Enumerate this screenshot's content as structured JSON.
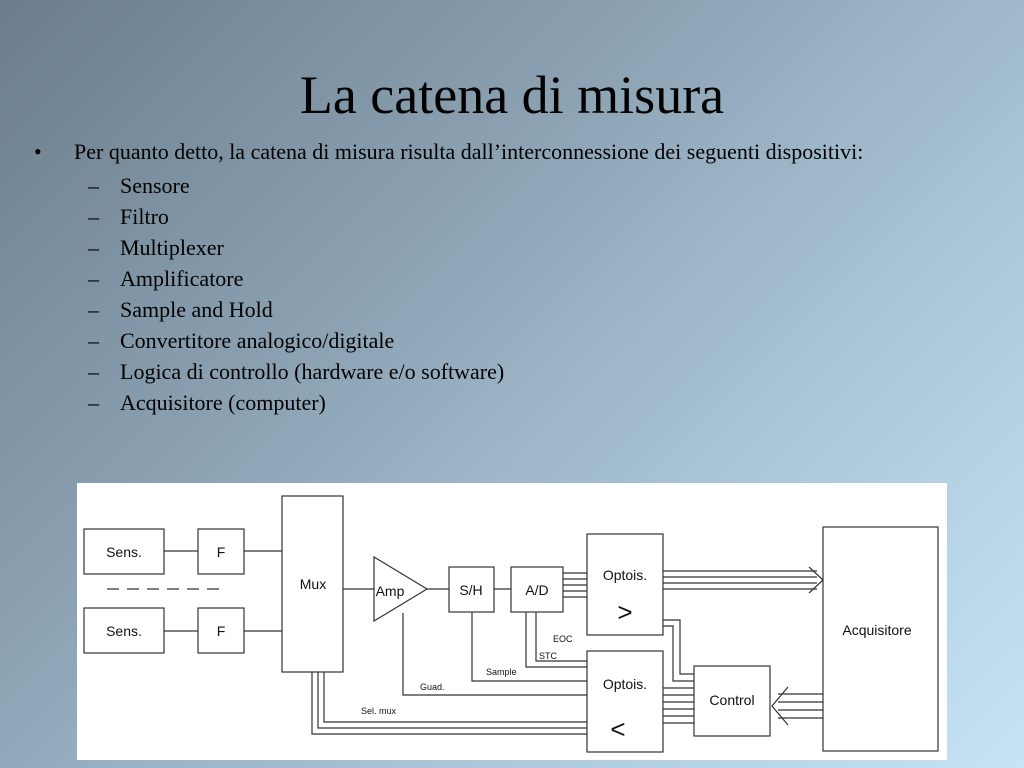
{
  "slide": {
    "title": "La catena di misura",
    "bullet_marker": "•",
    "dash_marker": "–",
    "intro": "Per quanto detto, la catena di misura risulta dall’interconnessione dei seguenti dispositivi:",
    "items": [
      "Sensore",
      "Filtro",
      "Multiplexer",
      "Amplificatore",
      "Sample and Hold",
      "Convertitore analogico/digitale",
      "Logica di controllo (hardware e/o software)",
      "Acquisitore (computer)"
    ]
  },
  "diagram": {
    "blocks": {
      "sens_1": "Sens.",
      "sens_2": "Sens.",
      "filter_1": "F",
      "filter_2": "F",
      "mux": "Mux",
      "amp": "Amp",
      "sh": "S/H",
      "ad": "A/D",
      "optois_out": "Optois.",
      "optois_in": "Optois.",
      "optois_out_symbol": ">",
      "optois_in_symbol": "<",
      "control": "Control",
      "acquisitore": "Acquisitore"
    },
    "signals": {
      "eoc": "EOC",
      "stc": "STC",
      "sample": "Sample",
      "guad": "Guad.",
      "sel_mux": "Sel. mux"
    }
  }
}
